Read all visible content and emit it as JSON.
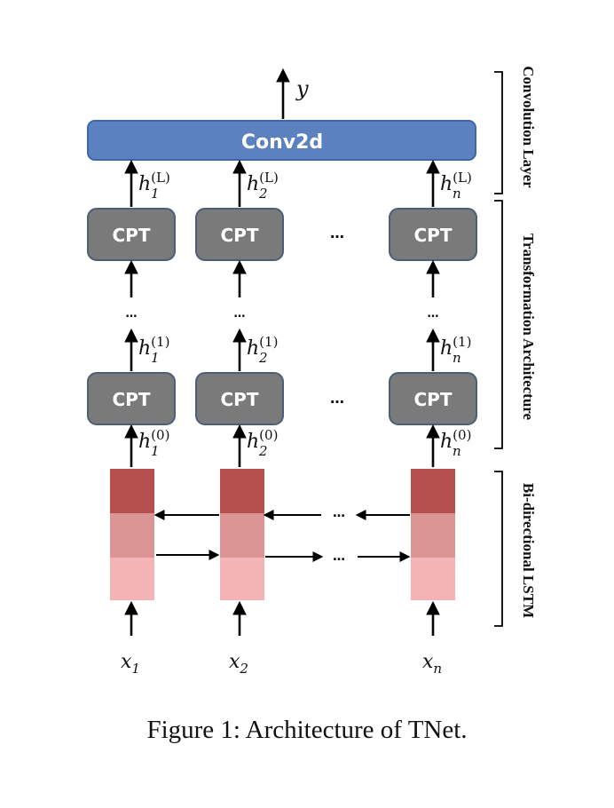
{
  "conv": {
    "label": "Conv2d",
    "fill": "#5b82be",
    "stroke": "#3f66a6"
  },
  "output": {
    "label": "y"
  },
  "cpt": {
    "label": "CPT",
    "fill": "#7a7a7a",
    "stroke": "#4f5e78"
  },
  "columns": [
    {
      "h_top_base": "h",
      "h_top_sub": "1",
      "h_top_sup": "(L)",
      "h_mid_base": "h",
      "h_mid_sub": "1",
      "h_mid_sup": "(1)",
      "h_bot_base": "h",
      "h_bot_sub": "1",
      "h_bot_sup": "(0)",
      "x_base": "x",
      "x_sub": "1"
    },
    {
      "h_top_base": "h",
      "h_top_sub": "2",
      "h_top_sup": "(L)",
      "h_mid_base": "h",
      "h_mid_sub": "2",
      "h_mid_sup": "(1)",
      "h_bot_base": "h",
      "h_bot_sub": "2",
      "h_bot_sup": "(0)",
      "x_base": "x",
      "x_sub": "2"
    },
    {
      "h_top_base": "h",
      "h_top_sub": "n",
      "h_top_sup": "(L)",
      "h_mid_base": "h",
      "h_mid_sub": "n",
      "h_mid_sup": "(1)",
      "h_bot_base": "h",
      "h_bot_sub": "n",
      "h_bot_sup": "(0)",
      "x_base": "x",
      "x_sub": "n"
    }
  ],
  "ellipsis": "…",
  "lstm": {
    "top": "#b5504f",
    "mid": "#db9594",
    "bot": "#f4b3b4"
  },
  "layers": {
    "conv": "Convolution Layer",
    "transform": "Transformation Architecture",
    "bilstm": "Bi-directional LSTM"
  },
  "caption": "Figure 1: Architecture of TNet."
}
